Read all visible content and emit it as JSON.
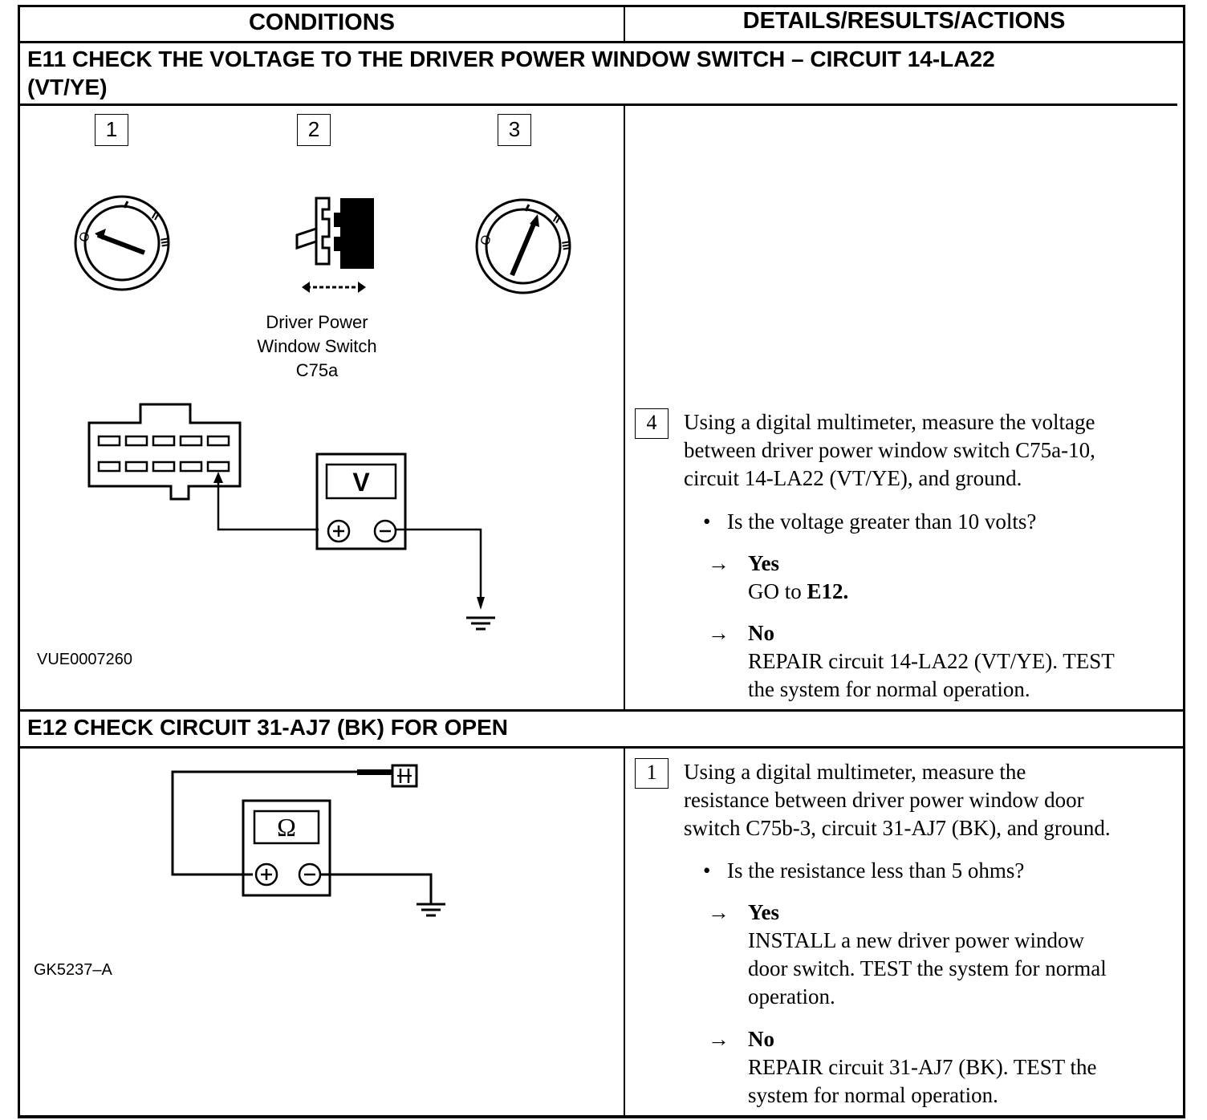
{
  "header": {
    "conditions": "CONDITIONS",
    "details": "DETAILS/RESULTS/ACTIONS"
  },
  "e11": {
    "title_line1": "E11 CHECK THE VOLTAGE TO THE DRIVER POWER WINDOW SWITCH – CIRCUIT 14-LA22",
    "title_line2": "(VT/YE)",
    "steps_shown": [
      "1",
      "2",
      "3"
    ],
    "switch_label": [
      "Driver Power",
      "Window Switch",
      "C75a"
    ],
    "meter_symbol": "V",
    "figure_code": "VUE0007260",
    "step4": {
      "num": "4",
      "lines": [
        "Using a digital multimeter, measure the voltage",
        "between driver power window switch C75a-10,",
        "circuit 14-LA22 (VT/YE), and ground."
      ],
      "question": "Is the voltage greater than 10 volts?",
      "yes_label": "Yes",
      "yes_action_prefix": "GO to ",
      "yes_action_target": "E12.",
      "no_label": "No",
      "no_lines": [
        "REPAIR circuit 14-LA22 (VT/YE). TEST",
        "the system for normal operation."
      ]
    }
  },
  "e12": {
    "title": "E12 CHECK CIRCUIT 31-AJ7 (BK) FOR OPEN",
    "meter_symbol": "Ω",
    "figure_code": "GK5237–A",
    "step1": {
      "num": "1",
      "lines": [
        "Using a digital multimeter, measure the",
        "resistance between driver power window door",
        "switch C75b-3, circuit 31-AJ7 (BK), and ground."
      ],
      "question": "Is the resistance less than 5 ohms?",
      "yes_label": "Yes",
      "yes_lines": [
        "INSTALL a new driver power window",
        "door switch. TEST the system for normal",
        "operation."
      ],
      "no_label": "No",
      "no_lines": [
        "REPAIR circuit 31-AJ7 (BK). TEST the",
        "system for normal operation."
      ]
    }
  }
}
